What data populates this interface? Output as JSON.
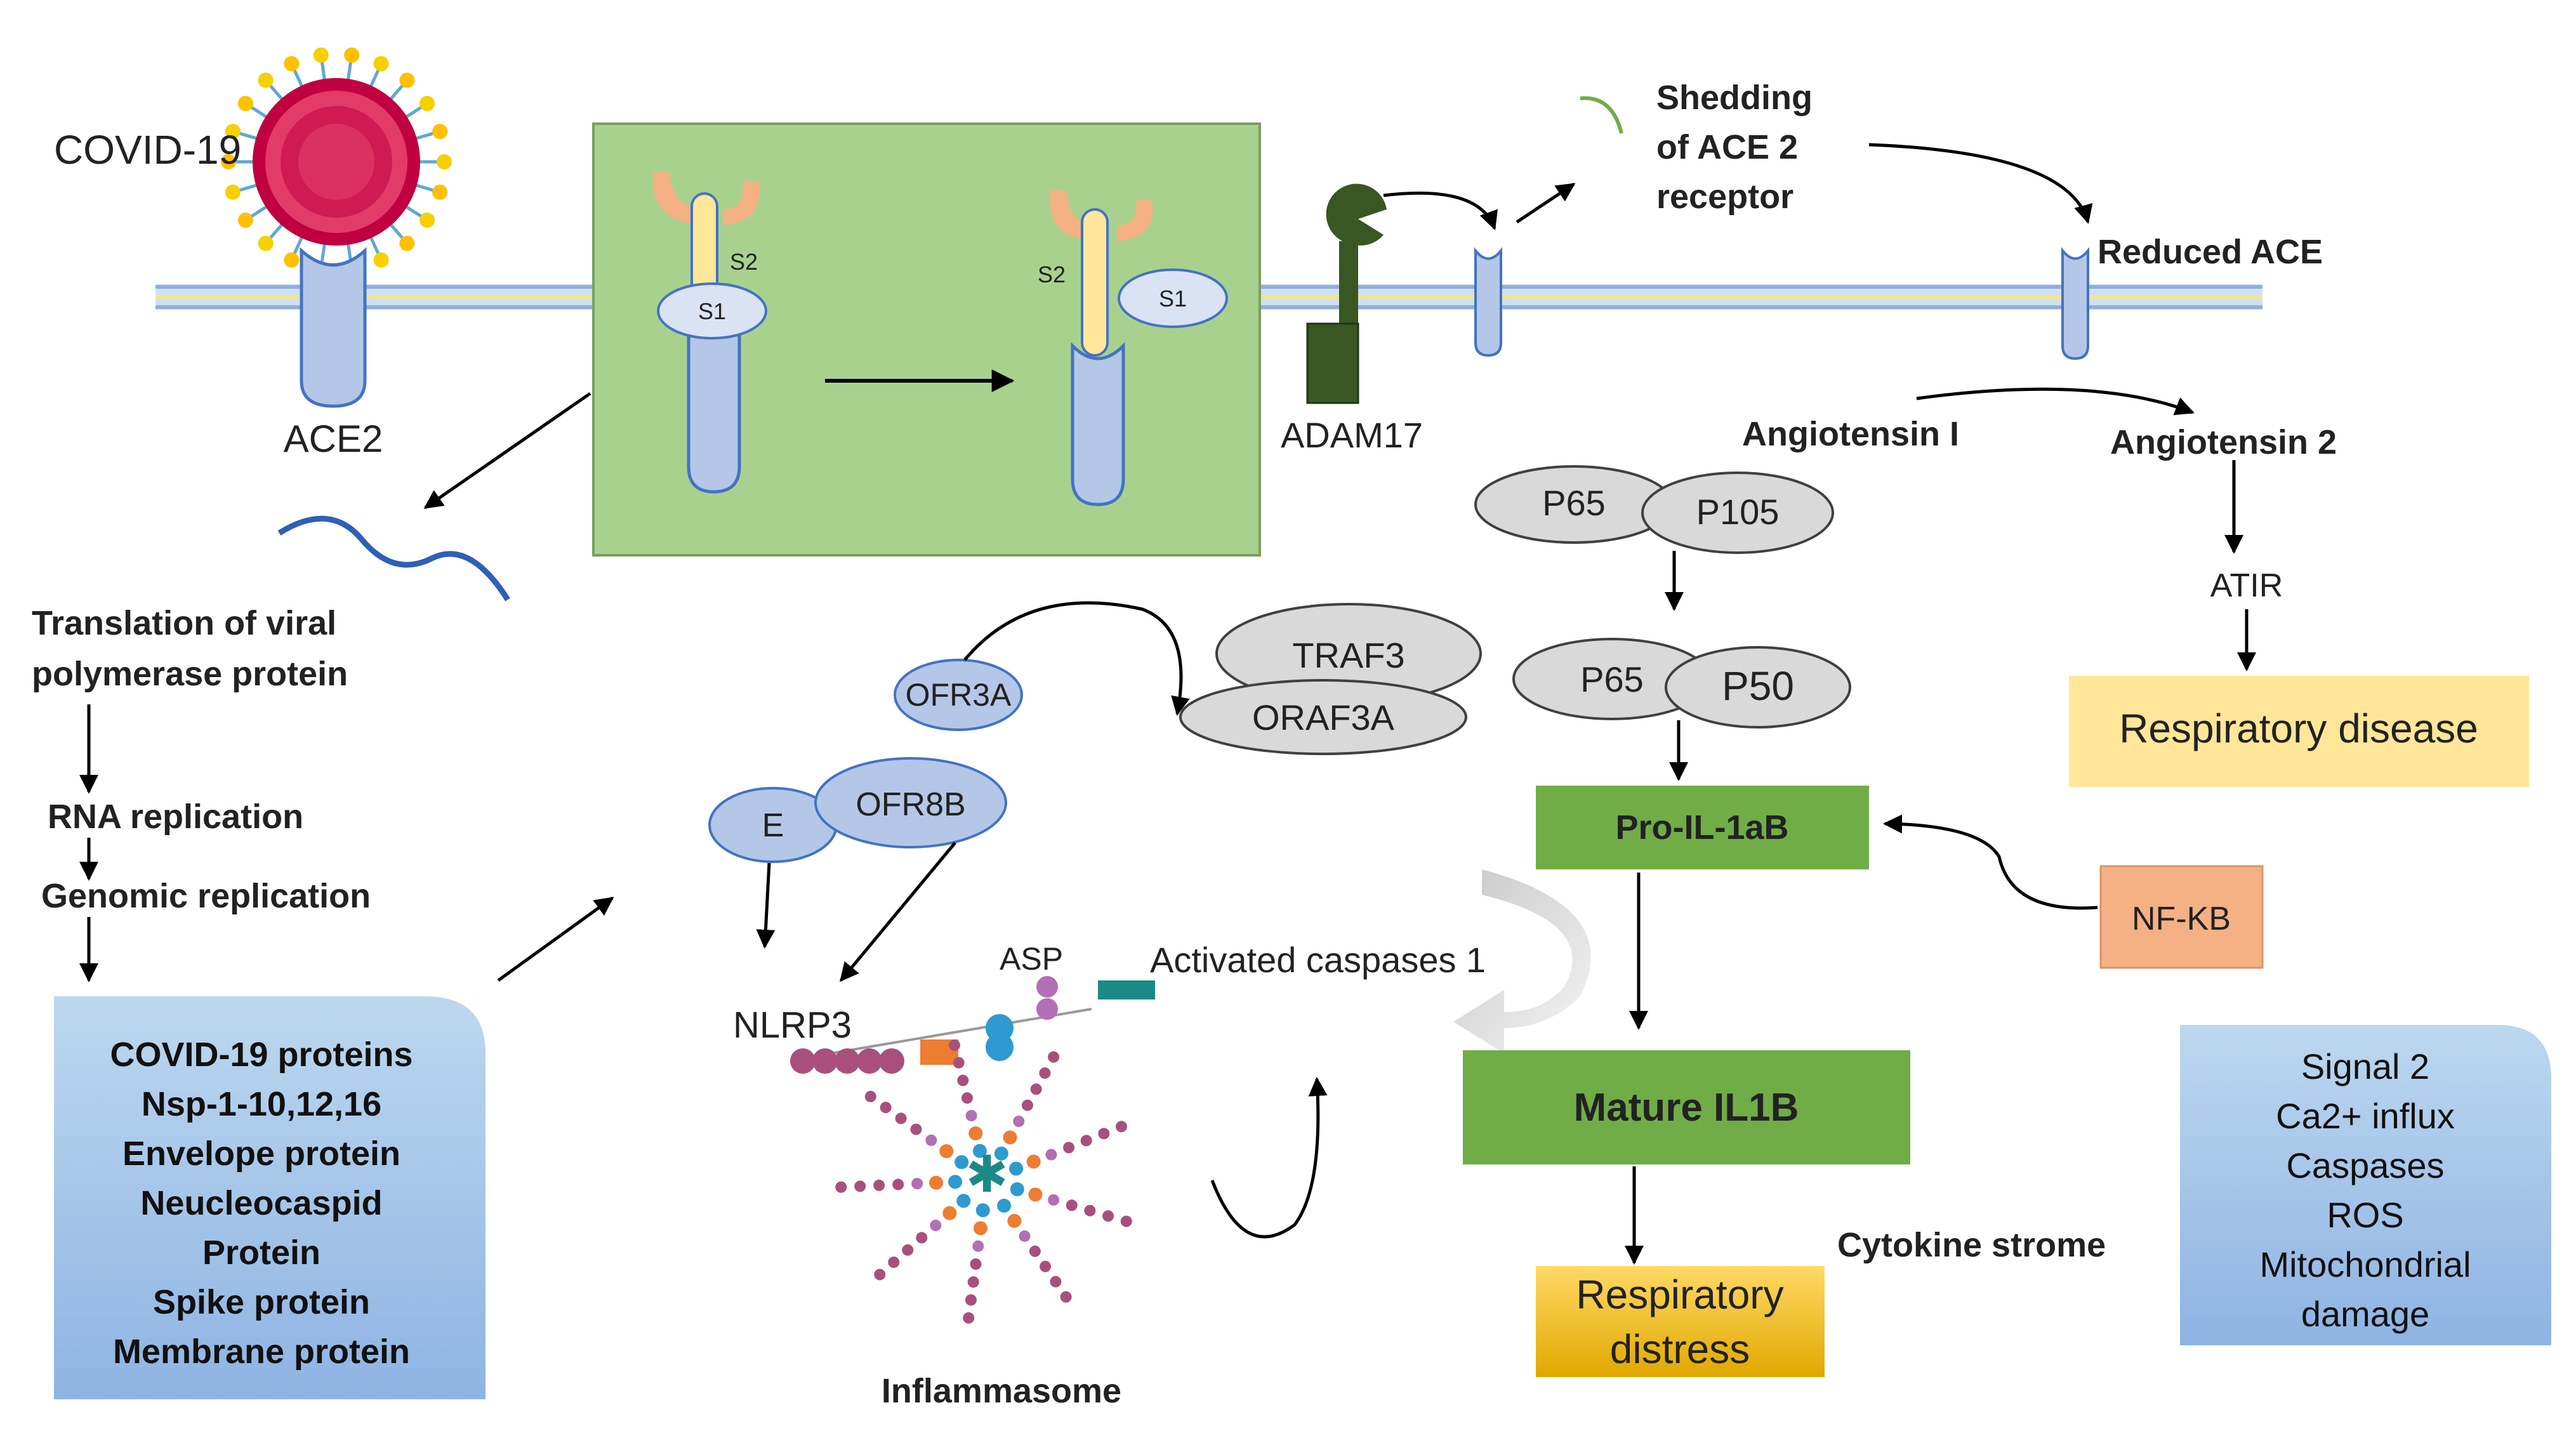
{
  "virus_label": "COVID-19",
  "ace2_label": "ACE2",
  "s2_label": "S2",
  "s1_label": "S1",
  "adam17_label": "ADAM17",
  "shedding_label": [
    "Shedding",
    "of ACE 2",
    "receptor"
  ],
  "reduced_ace_label": "Reduced ACE",
  "angiotensin1_label": "Angiotensin I",
  "angiotensin2_label": "Angiotensin 2",
  "atir_label": "ATIR",
  "respiratory_disease_label": "Respiratory disease",
  "p65_label": "P65",
  "p105_label": "P105",
  "p50_label": "P50",
  "traf3_label": "TRAF3",
  "oraf3a_label": "ORAF3A",
  "ofr3a_label": "OFR3A",
  "e_label": "E",
  "ofr8b_label": "OFR8B",
  "nlrp3_label": "NLRP3",
  "asp_label": "ASP",
  "activated_caspases_label": "Activated caspases 1",
  "inflammasome_label": "Inflammasome",
  "pro_il_label": "Pro-IL-1aB",
  "nfkb_label": "NF-KB",
  "mature_il_label": "Mature IL1B",
  "respiratory_distress_label": [
    "Respiratory",
    "distress"
  ],
  "cytokine_label": "Cytokine strome",
  "translation_label": [
    "Translation of viral",
    "polymerase protein"
  ],
  "rna_replication_label": "RNA replication",
  "genomic_replication_label": "Genomic replication",
  "covid_proteins_box": [
    "COVID-19 proteins",
    "Nsp-1-10,12,16",
    "Envelope protein",
    "Neucleocaspid",
    "Protein",
    "Spike protein",
    "Membrane protein"
  ],
  "signal2_box": [
    "Signal 2",
    "Ca2+ influx",
    "Caspases",
    "ROS",
    "Mitochondrial",
    "damage"
  ],
  "colors": {
    "membrane_blue": "#a9c4e4",
    "membrane_yellow": "#f5e6a6",
    "receptor_fill": "#b4c7e7",
    "receptor_stroke": "#4472c4",
    "green_panel": "#a9d18e",
    "green_box": "#70ad47",
    "yellow_box": "#ffe699",
    "salmon_box": "#f4b183",
    "blue_box": "#9dc3e6",
    "grey_ellipse": "#d9d9d9",
    "adam17": "#385723",
    "rna": "#4472c4"
  }
}
